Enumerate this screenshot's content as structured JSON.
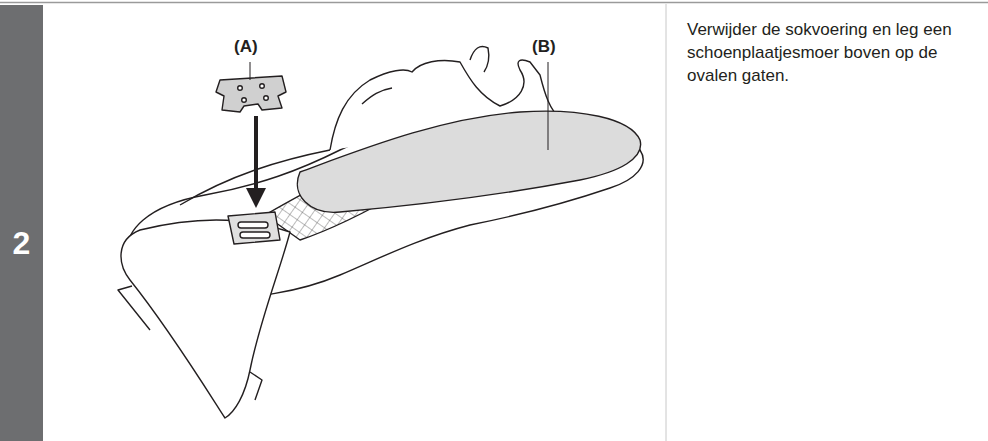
{
  "diagram": {
    "nodes": [
      {
        "text": [
          "2"
        ]
      }
    ],
    "labels": [
      "(A)",
      "(B)",
      "Verwijder de sokvoering en leg een schoenplaatjesmoer boven op de ovalen gaten."
    ]
  }
}
